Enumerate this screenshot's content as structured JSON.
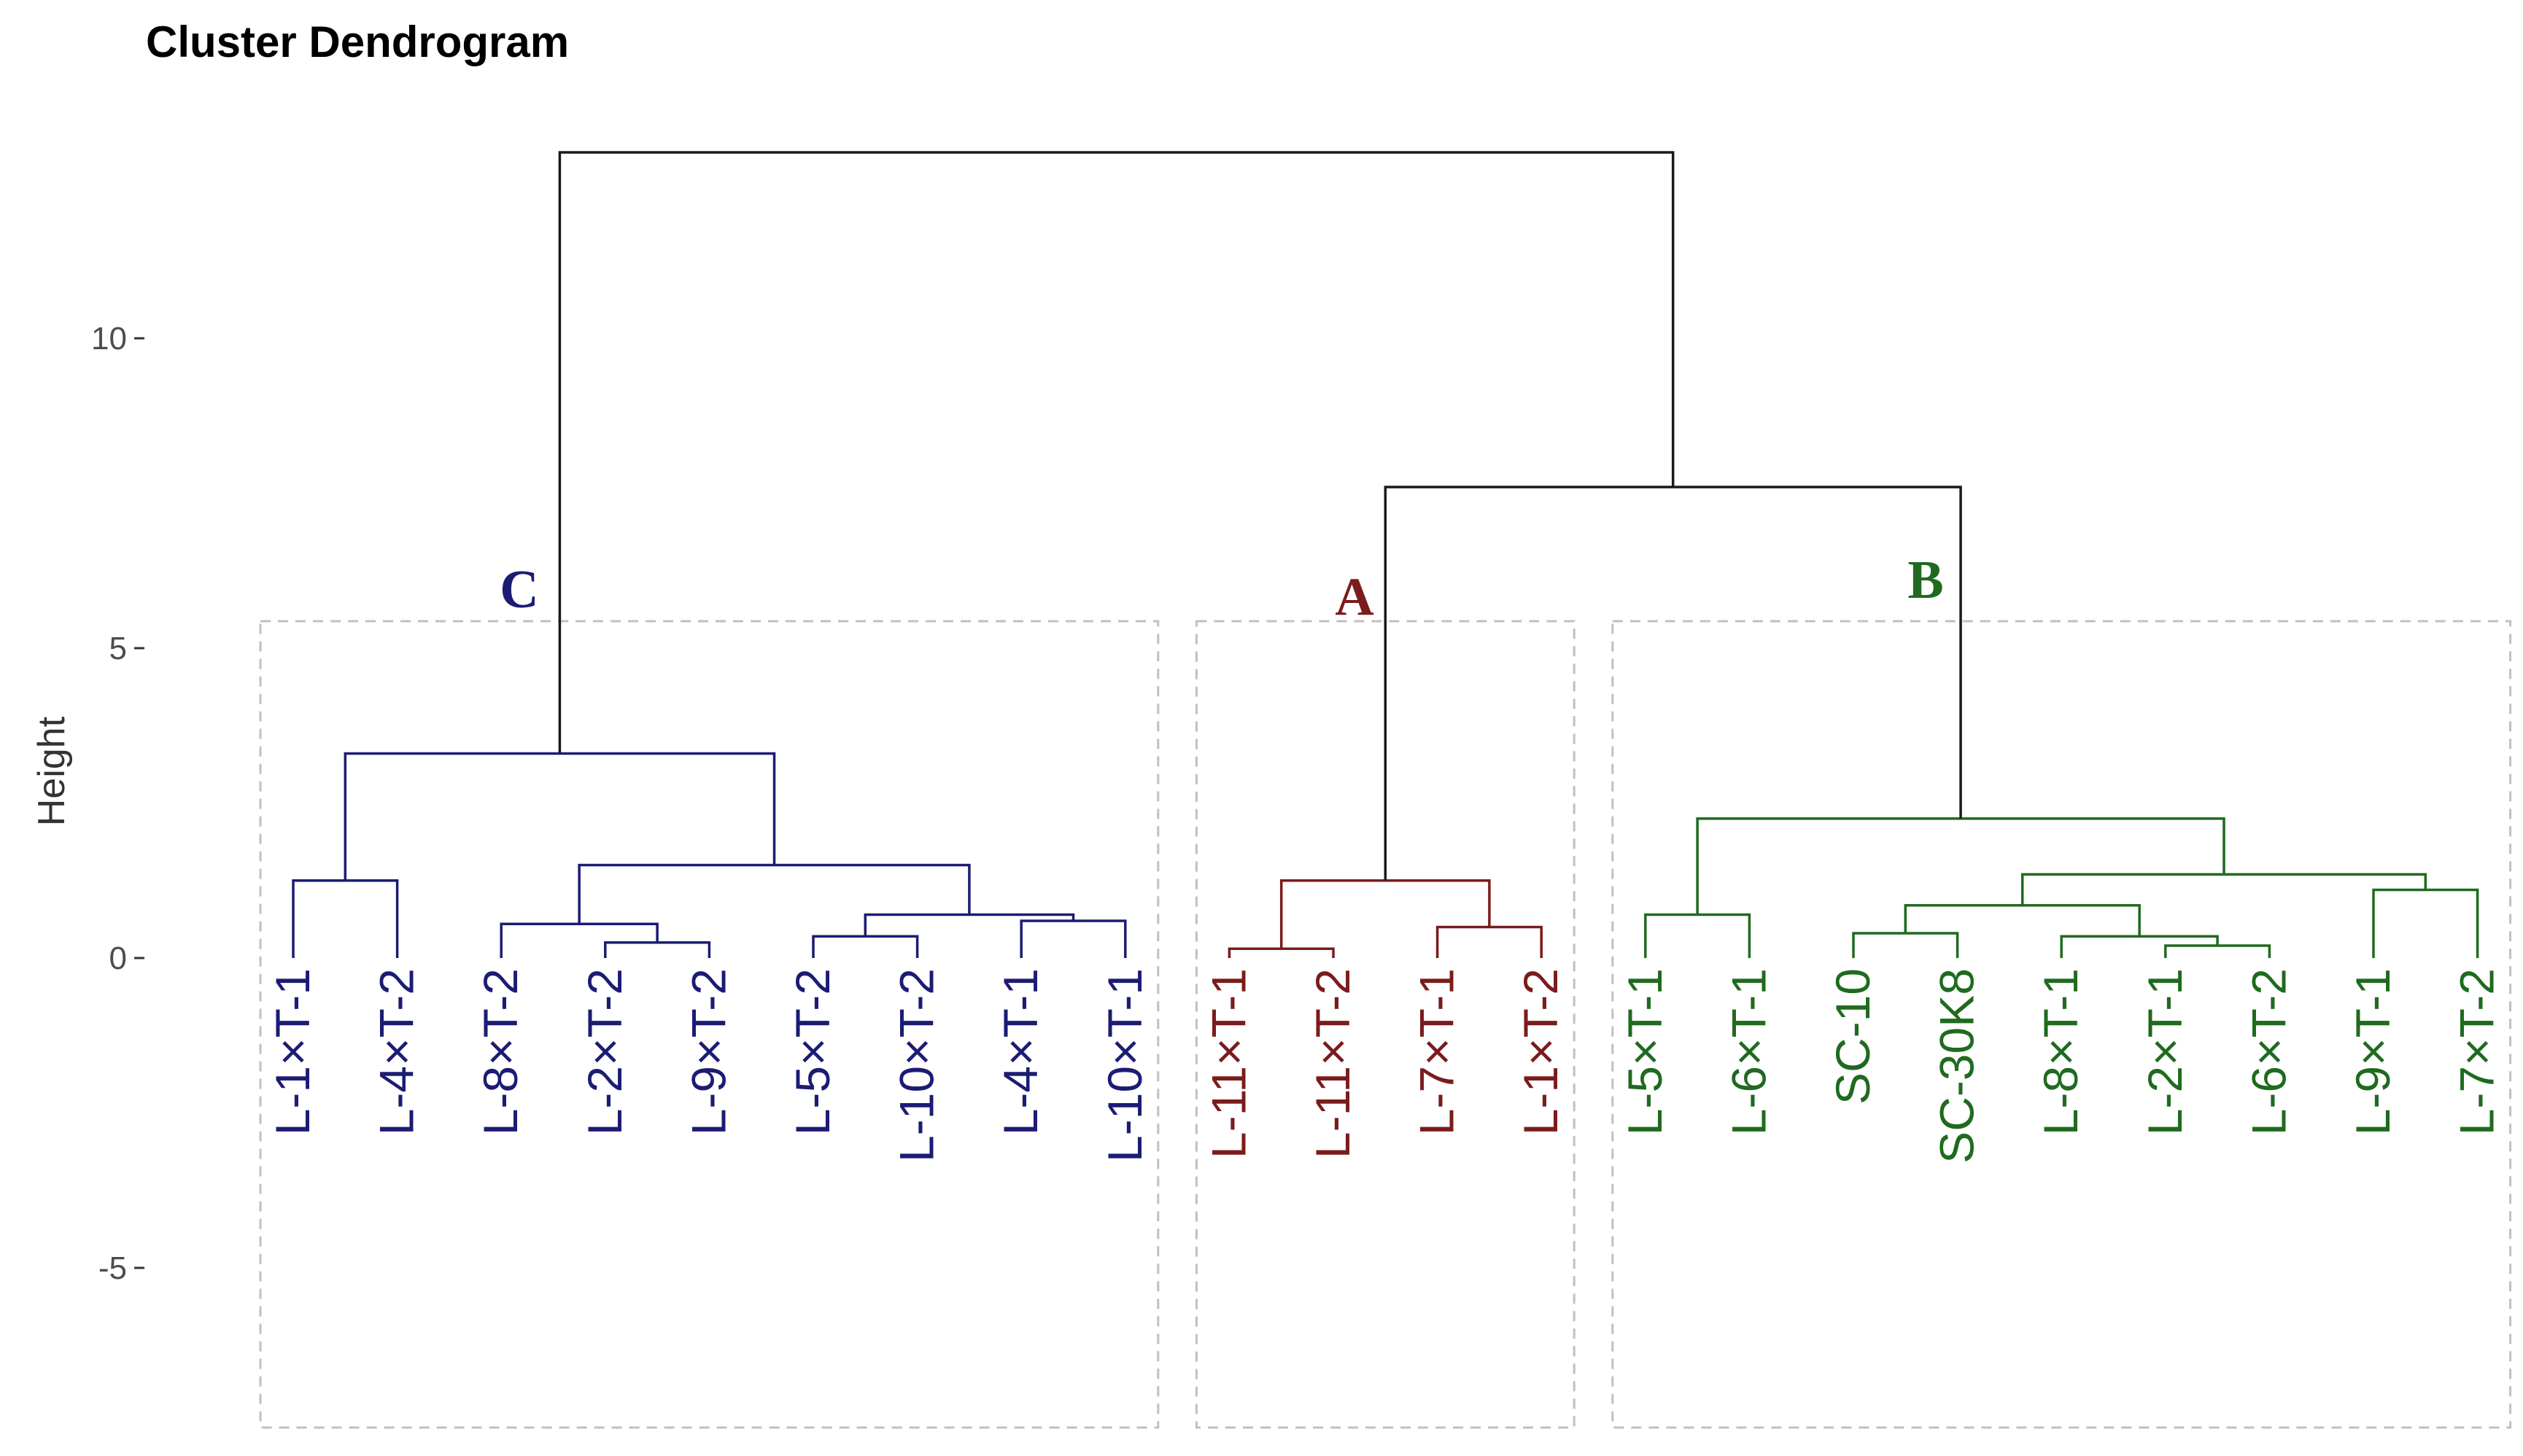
{
  "chart_data": {
    "type": "dendrogram",
    "title": "Cluster Dendrogram",
    "ylabel": "Height",
    "xlabel": "",
    "yticks": [
      -5,
      0,
      5,
      10
    ],
    "ylim": [
      -7.5,
      13.5
    ],
    "grid": false,
    "leaves": [
      "L-1×T-1",
      "L-4×T-2",
      "L-8×T-2",
      "L-2×T-2",
      "L-9×T-2",
      "L-5×T-2",
      "L-10×T-2",
      "L-4×T-1",
      "L-10×T-1",
      "L-11×T-1",
      "L-11×T-2",
      "L-7×T-1",
      "L-1×T-2",
      "L-5×T-1",
      "L-6×T-1",
      "SC-10",
      "SC-30K8",
      "L-8×T-1",
      "L-2×T-1",
      "L-6×T-2",
      "L-9×T-1",
      "L-7×T-2"
    ],
    "clusters": [
      {
        "label": "C",
        "color": "#1c1c74",
        "leaf_range": [
          0,
          8
        ]
      },
      {
        "label": "A",
        "color": "#7a1c1c",
        "leaf_range": [
          9,
          12
        ]
      },
      {
        "label": "B",
        "color": "#1f6a1f",
        "leaf_range": [
          13,
          21
        ]
      }
    ],
    "root_color": "#1a1a1a",
    "box_color": "#c0c0c0",
    "merges": [
      {
        "children": [
          "L-1×T-1",
          "L-4×T-2"
        ],
        "height": 1.25
      },
      {
        "children": [
          "L-9×T-2",
          "L-2×T-2"
        ],
        "height": 0.25
      },
      {
        "children": [
          "L-8×T-2",
          "m2"
        ],
        "height": 0.55
      },
      {
        "children": [
          "L-5×T-2",
          "L-10×T-2"
        ],
        "height": 0.35
      },
      {
        "children": [
          "L-4×T-1",
          "L-10×T-1"
        ],
        "height": 0.6
      },
      {
        "children": [
          "m4",
          "m5"
        ],
        "height": 0.7
      },
      {
        "children": [
          "m3",
          "m6"
        ],
        "height": 1.5
      },
      {
        "children": [
          "m1",
          "m7"
        ],
        "height": 3.3
      },
      {
        "children": [
          "L-11×T-1",
          "L-11×T-2"
        ],
        "height": 0.15
      },
      {
        "children": [
          "L-7×T-1",
          "L-1×T-2"
        ],
        "height": 0.5
      },
      {
        "children": [
          "m9",
          "m10"
        ],
        "height": 1.25
      },
      {
        "children": [
          "L-5×T-1",
          "L-6×T-1"
        ],
        "height": 0.7
      },
      {
        "children": [
          "SC-10",
          "SC-30K8"
        ],
        "height": 0.4
      },
      {
        "children": [
          "L-2×T-1",
          "L-6×T-2"
        ],
        "height": 0.2
      },
      {
        "children": [
          "L-8×T-1",
          "m14"
        ],
        "height": 0.35
      },
      {
        "children": [
          "m13",
          "m15"
        ],
        "height": 0.85
      },
      {
        "children": [
          "L-9×T-1",
          "L-7×T-2"
        ],
        "height": 1.1
      },
      {
        "children": [
          "m16",
          "m17"
        ],
        "height": 1.35
      },
      {
        "children": [
          "m12",
          "m18"
        ],
        "height": 2.25
      },
      {
        "children": [
          "m11",
          "m19"
        ],
        "height": 7.6
      },
      {
        "children": [
          "m8",
          "m20"
        ],
        "height": 13.0
      }
    ]
  }
}
